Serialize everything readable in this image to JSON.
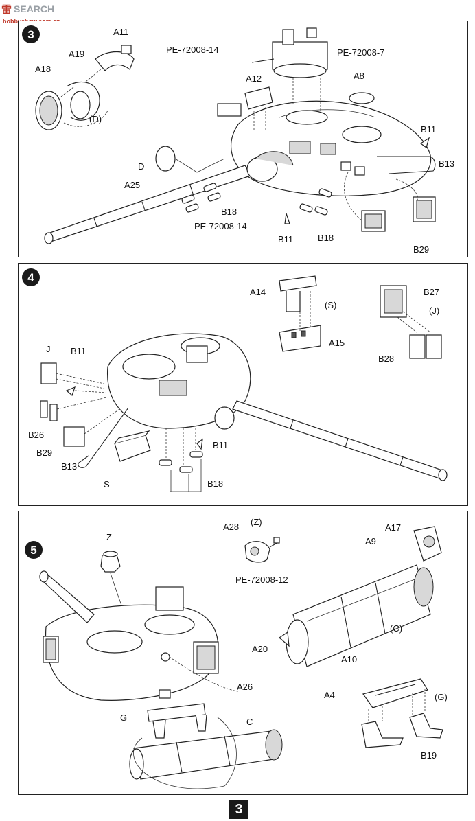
{
  "watermark": {
    "cn_text": "雷",
    "en_text": "SEARCH",
    "url": "hobbyshow.com.cn"
  },
  "page_number": "3",
  "step3": {
    "number": "3",
    "labels": {
      "a11": "A11",
      "a19": "A19",
      "a18": "A18",
      "d_detail": "(D)",
      "pe14_top": "PE-72008-14",
      "a12": "A12",
      "pe7": "PE-72008-7",
      "a8": "A8",
      "b11_right": "B11",
      "b13": "B13",
      "d": "D",
      "a25": "A25",
      "b18_left": "B18",
      "pe14_bottom": "PE-72008-14",
      "b11_bottom": "B11",
      "b18_bottom": "B18",
      "b29": "B29"
    }
  },
  "step4": {
    "number": "4",
    "labels": {
      "a14": "A14",
      "s_detail": "(S)",
      "a15": "A15",
      "b27": "B27",
      "j_detail": "(J)",
      "b28": "B28",
      "j": "J",
      "b11_top": "B11",
      "b26": "B26",
      "b29": "B29",
      "b13": "B13",
      "s": "S",
      "b11_right": "B11",
      "b18": "B18"
    }
  },
  "step5": {
    "number": "5",
    "labels": {
      "z": "Z",
      "a28": "A28",
      "z_detail": "(Z)",
      "pe12": "PE-72008-12",
      "a17": "A17",
      "a9": "A9",
      "c_detail": "(C)",
      "a20": "A20",
      "a10": "A10",
      "a26": "A26",
      "g": "G",
      "c": "C",
      "a4": "A4",
      "g_detail": "(G)",
      "b19": "B19"
    }
  }
}
